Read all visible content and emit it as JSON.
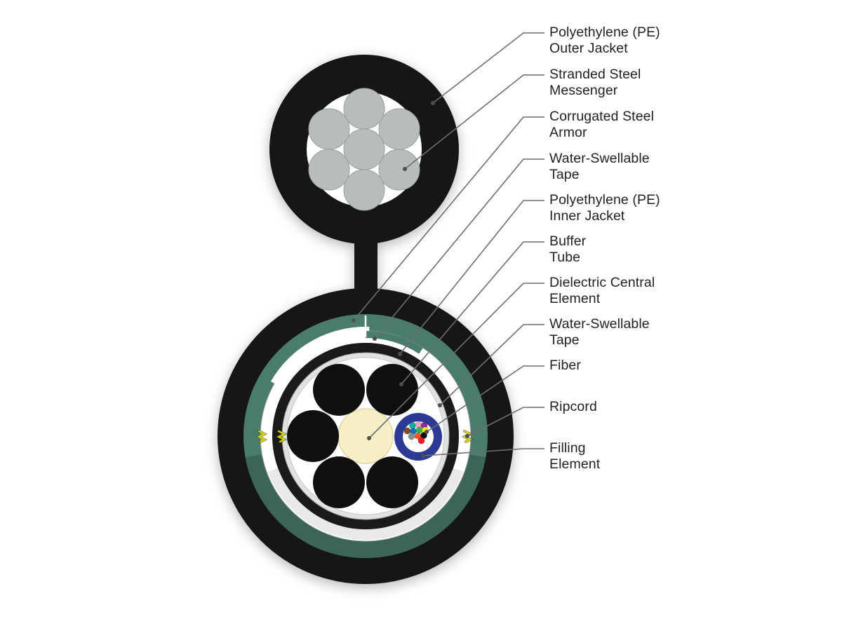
{
  "diagram": {
    "labels": [
      {
        "line1": "Polyethylene (PE)",
        "line2": "Outer Jacket"
      },
      {
        "line1": "Stranded Steel",
        "line2": "Messenger"
      },
      {
        "line1": "Corrugated Steel",
        "line2": "Armor"
      },
      {
        "line1": "Water-Swellable",
        "line2": "Tape"
      },
      {
        "line1": "Polyethylene (PE)",
        "line2": "Inner Jacket"
      },
      {
        "line1": "Buffer",
        "line2": "Tube"
      },
      {
        "line1": "Dielectric Central",
        "line2": "Element"
      },
      {
        "line1": "Water-Swellable",
        "line2": "Tape"
      },
      {
        "line1": "Fiber",
        "line2": ""
      },
      {
        "line1": "Ripcord",
        "line2": ""
      },
      {
        "line1": "Filling",
        "line2": "Element"
      }
    ],
    "colors": {
      "jacket_black": "#161616",
      "inner_jacket_black": "#1a1a1a",
      "tube_black": "#0f0f0f",
      "armor_teal": "#4a7c6e",
      "tape_white": "#ffffff",
      "silver_ring": "#dfe2e1",
      "core_white": "#ffffff",
      "central_cream": "#f6efc6",
      "central_cream_edge": "#e0d5a4",
      "strand_gray": "#b7bdb9",
      "strand_edge": "#9aa19d",
      "detail_tube_blue": "#2b3a94",
      "ripcord_yellow": "#d8d600",
      "leader_gray": "#6d6e71",
      "leader_dot": "#4d4e50",
      "label_text": "#231f20"
    },
    "messenger": {
      "strand_count": 7
    },
    "buffer_tubes": {
      "count": 6,
      "fibers_in_detail_tube": 12
    },
    "fibers": [
      {
        "name": "aqua",
        "color": "#18a999"
      },
      {
        "name": "rose",
        "color": "#f2a0c4"
      },
      {
        "name": "violet",
        "color": "#8e2a91"
      },
      {
        "name": "brown",
        "color": "#7a4b2e"
      },
      {
        "name": "blue",
        "color": "#1f6eb8"
      },
      {
        "name": "green",
        "color": "#33b054"
      },
      {
        "name": "yellow",
        "color": "#f2e813"
      },
      {
        "name": "slate",
        "color": "#8a8e90"
      },
      {
        "name": "orange",
        "color": "#f0571f"
      },
      {
        "name": "black",
        "color": "#111111"
      },
      {
        "name": "white",
        "color": "#ffffff"
      },
      {
        "name": "red",
        "color": "#e8192c"
      }
    ]
  }
}
